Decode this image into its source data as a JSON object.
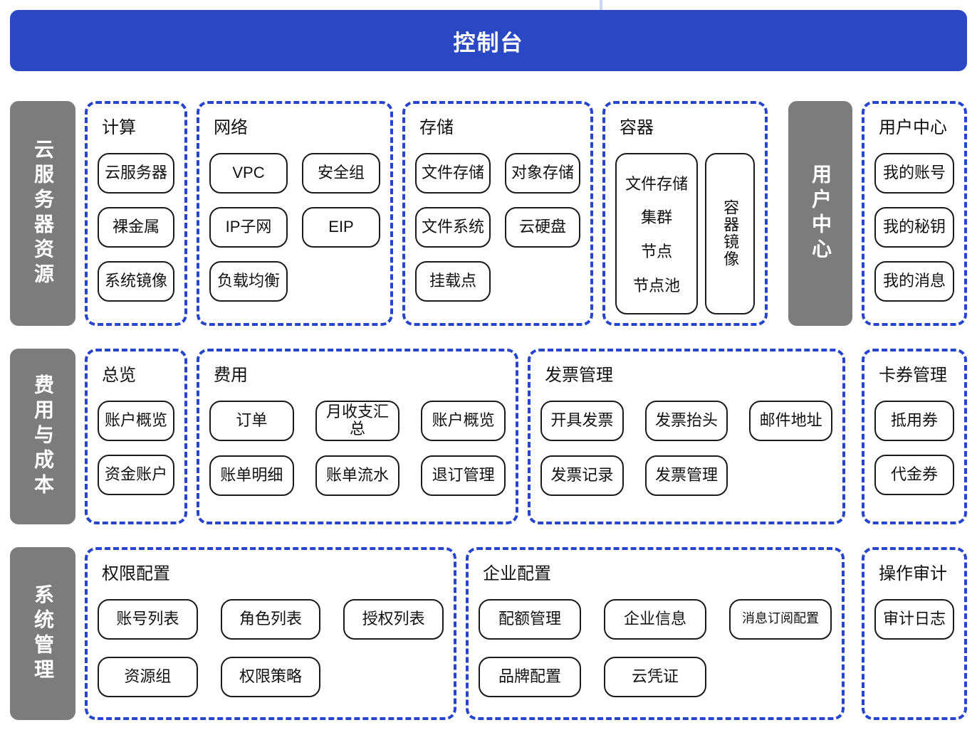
{
  "banner": {
    "title": "控制台"
  },
  "colors": {
    "banner_bg": "#2b48c4",
    "dashed_border": "#2645cc",
    "gray_bar": "#7c7c7c",
    "item_border": "#1a1a1a",
    "top_tick": "#ccd6f0"
  },
  "r1": {
    "label": "云服务器资源",
    "compute": {
      "title": "计算",
      "items": [
        "云服务器",
        "裸金属",
        "系统镜像"
      ]
    },
    "network": {
      "title": "网络",
      "items": [
        "VPC",
        "安全组",
        "IP子网",
        "EIP",
        "负载均衡"
      ]
    },
    "storage": {
      "title": "存储",
      "items": [
        "文件存储",
        "对象存储",
        "文件系统",
        "云硬盘",
        "挂载点"
      ]
    },
    "container": {
      "title": "容器",
      "cluster_lines": [
        "文件存储",
        "集群",
        "节点",
        "节点池"
      ],
      "image_box": "容器镜像"
    },
    "user_bar_label": "用户中心",
    "user_center": {
      "title": "用户中心",
      "items": [
        "我的账号",
        "我的秘钥",
        "我的消息"
      ]
    }
  },
  "r2": {
    "label": "费用与成本",
    "overview": {
      "title": "总览",
      "items": [
        "账户概览",
        "资金账户"
      ]
    },
    "expense": {
      "title": "费用",
      "items": [
        "订单",
        "月收支汇总",
        "账户概览",
        "账单明细",
        "账单流水",
        "退订管理"
      ]
    },
    "invoice": {
      "title": "发票管理",
      "items": [
        "开具发票",
        "发票抬头",
        "邮件地址",
        "发票记录",
        "发票管理"
      ]
    },
    "coupon": {
      "title": "卡券管理",
      "items": [
        "抵用券",
        "代金券"
      ]
    }
  },
  "r3": {
    "label": "系统管理",
    "permission": {
      "title": "权限配置",
      "items": [
        "账号列表",
        "角色列表",
        "授权列表",
        "资源组",
        "权限策略"
      ]
    },
    "enterprise": {
      "title": "企业配置",
      "items": [
        "配额管理",
        "企业信息",
        "消息订阅配置",
        "品牌配置",
        "云凭证"
      ]
    },
    "audit": {
      "title": "操作审计",
      "items": [
        "审计日志"
      ]
    }
  }
}
